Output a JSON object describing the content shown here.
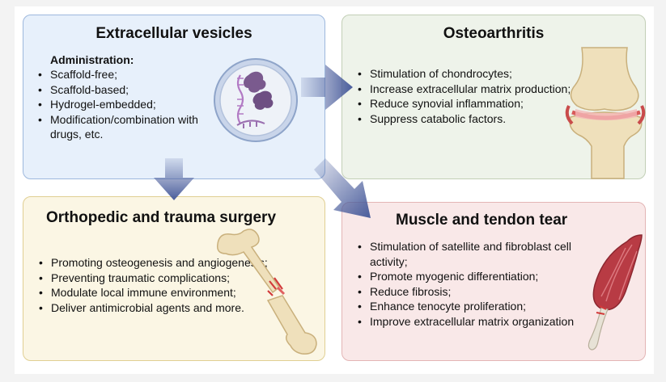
{
  "panels": {
    "ev": {
      "title": "Extracellular vesicles",
      "subtitle": "Administration:",
      "items": [
        "Scaffold-free;",
        "Scaffold-based;",
        "Hydrogel-embedded;",
        "Modification/combination with drugs, etc."
      ]
    },
    "oa": {
      "title": "Osteoarthritis",
      "items": [
        "Stimulation of chondrocytes;",
        "Increase extracellular matrix production;",
        "Reduce synovial inflammation;",
        "Suppress catabolic factors."
      ]
    },
    "ot": {
      "title": "Orthopedic and trauma surgery",
      "items": [
        "Promoting osteogenesis and angiogenesis;",
        "Preventing traumatic complications;",
        "Modulate local immune environment;",
        "Deliver antimicrobial agents and more."
      ]
    },
    "mt": {
      "title": "Muscle and tendon tear",
      "items": [
        "Stimulation of satellite and fibroblast cell activity;",
        "Promote myogenic differentiation;",
        "Reduce fibrosis;",
        "Enhance tenocyte proliferation;",
        "Improve extracellular matrix organization"
      ]
    }
  },
  "colors": {
    "arrow": "#4a5d9c",
    "ev_fill": "#e7f0fb",
    "oa_fill": "#eef3ea",
    "ot_fill": "#fbf6e4",
    "mt_fill": "#f9e8e8"
  },
  "icons": [
    "vesicle-icon",
    "knee-joint-icon",
    "fractured-femur-icon",
    "muscle-tendon-icon",
    "arrow-right-icon",
    "arrow-down-icon",
    "arrow-diagonal-icon"
  ]
}
